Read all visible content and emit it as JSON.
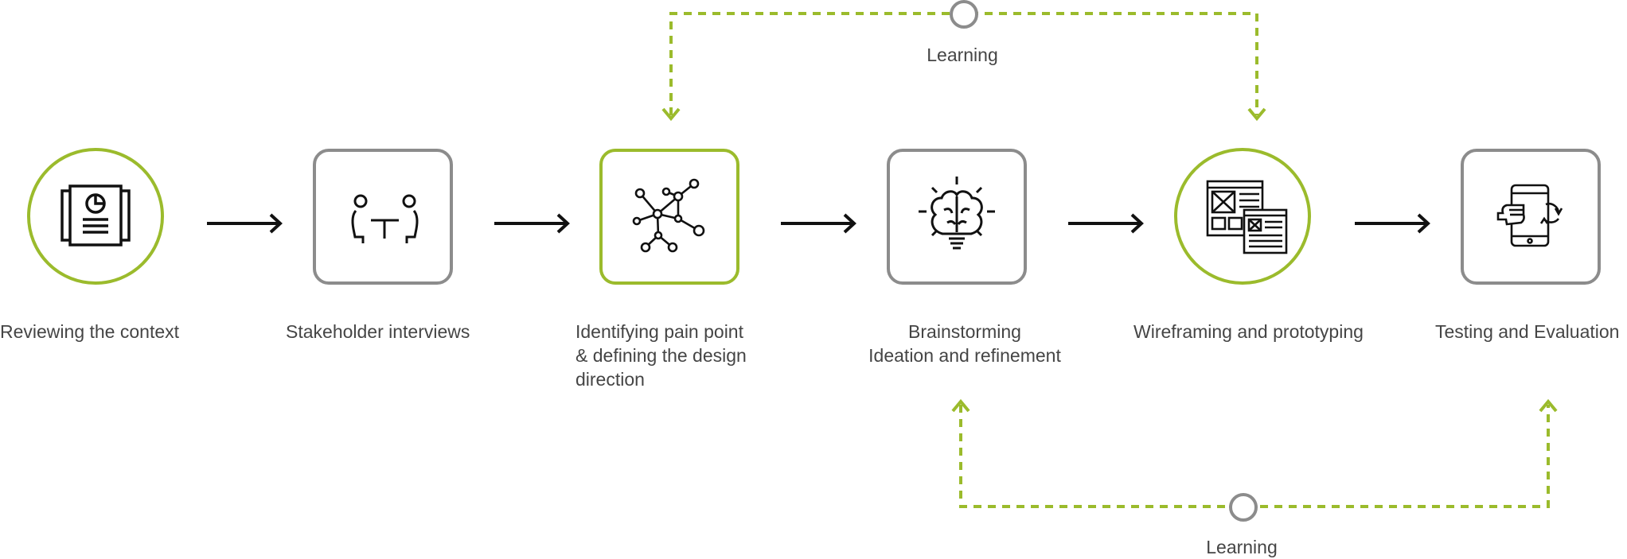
{
  "colors": {
    "accent": "#9bbb2c",
    "box_border": "#8c8c8c",
    "arrow": "#111111",
    "text": "#454545",
    "icon": "#111111"
  },
  "steps": [
    {
      "label": "Reviewing the context",
      "shape": "circle",
      "highlight": true,
      "icon": "report-document-icon"
    },
    {
      "label": "Stakeholder interviews",
      "shape": "rounded-square",
      "highlight": false,
      "icon": "two-people-meeting-icon"
    },
    {
      "label_lines": [
        "Identifying pain point",
        "& defining the design",
        "direction"
      ],
      "shape": "rounded-square",
      "highlight": true,
      "icon": "network-nodes-icon"
    },
    {
      "label_lines": [
        "Brainstorming",
        "Ideation and refinement"
      ],
      "shape": "rounded-square",
      "highlight": false,
      "icon": "brain-lightbulb-icon"
    },
    {
      "label": "Wireframing and prototyping",
      "shape": "circle",
      "highlight": true,
      "icon": "wireframe-icon"
    },
    {
      "label": "Testing and Evaluation",
      "shape": "rounded-square",
      "highlight": false,
      "icon": "mobile-testing-icon"
    }
  ],
  "feedback_loops": [
    {
      "label": "Learning",
      "from_step": 5,
      "to_step": 3,
      "position": "top"
    },
    {
      "label": "Learning",
      "from_step": 6,
      "to_step": 4,
      "position": "bottom"
    }
  ]
}
